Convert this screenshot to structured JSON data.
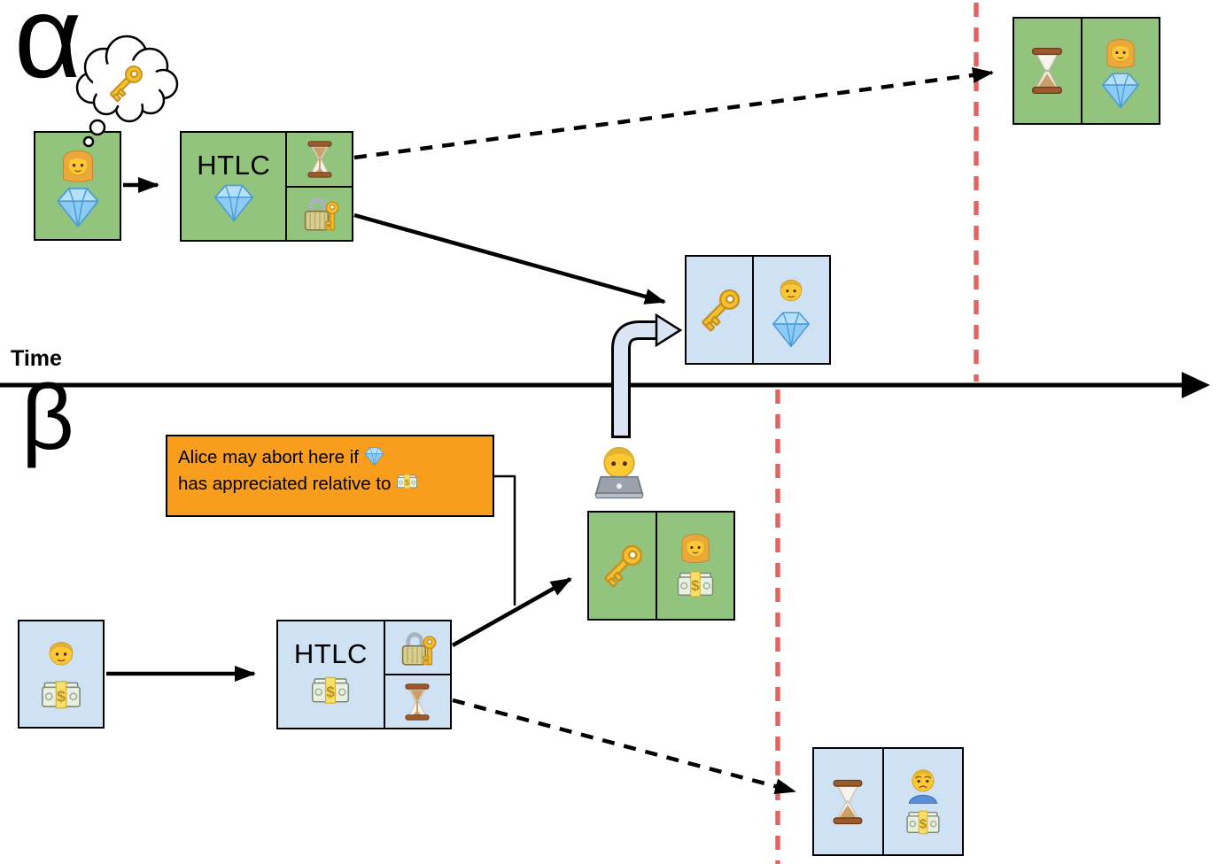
{
  "labels": {
    "chain_alpha": "α",
    "chain_beta": "β",
    "time_axis": "Time"
  },
  "colors": {
    "alpha_box_fill": "#93c47d",
    "beta_box_fill": "#cfe2f3",
    "note_fill": "#f89d1c",
    "deadline_dash_line": "#e06666",
    "publish_arrow_fill": "#dae5f3",
    "outline": "#000000"
  },
  "icon_glyphs": {
    "woman": "👩",
    "man": "👨",
    "diamond": "💎",
    "money": "💵",
    "key": "🔑",
    "lock_with_key": "🔐",
    "hourglass_flowing": "⏳",
    "hourglass_done": "⌛",
    "man_technologist": "👨‍💻",
    "man_frowning": "🙍‍♂️"
  },
  "alpha_chain": {
    "label": "α",
    "alice_thought_bubble": {
      "icon": "key"
    },
    "alice_wallet": {
      "owner_icon": "woman",
      "asset_icon": "diamond"
    },
    "htlc": {
      "title": "HTLC",
      "asset_icon": "diamond",
      "timeout_cell_icon": "hourglass_flowing",
      "hashlock_cell_icon": "lock_with_key"
    },
    "timeout_outcome": {
      "condition_icon": "hourglass_done",
      "owner_icon": "woman",
      "asset_icon": "diamond"
    },
    "claim_outcome": {
      "condition_icon": "key",
      "owner_icon": "man",
      "asset_icon": "diamond"
    }
  },
  "beta_chain": {
    "label": "β",
    "abort_note": {
      "line1": "Alice may abort here if",
      "line1_icon": "diamond",
      "line2": "has appreciated relative to",
      "line2_icon": "money"
    },
    "key_publisher_icon": "man_technologist",
    "bob_wallet": {
      "owner_icon": "man",
      "asset_icon": "money"
    },
    "htlc": {
      "title": "HTLC",
      "asset_icon": "money",
      "hashlock_cell_icon": "lock_with_key",
      "timeout_cell_icon": "hourglass_flowing"
    },
    "claim_outcome": {
      "condition_icon": "key",
      "owner_icon": "woman",
      "asset_icon": "money"
    },
    "timeout_outcome": {
      "condition_icon": "hourglass_done",
      "owner_icon": "man_frowning",
      "asset_icon": "money"
    }
  }
}
